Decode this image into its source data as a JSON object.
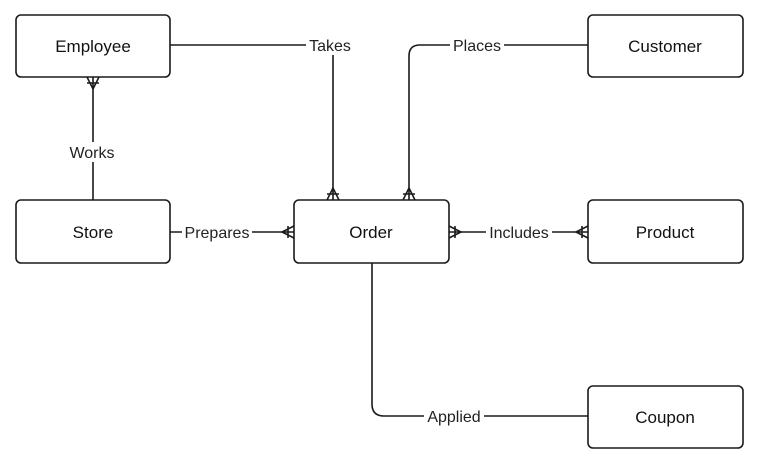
{
  "entities": {
    "employee": "Employee",
    "customer": "Customer",
    "store": "Store",
    "order": "Order",
    "product": "Product",
    "coupon": "Coupon"
  },
  "relationships": {
    "takes": "Takes",
    "places": "Places",
    "works": "Works",
    "prepares": "Prepares",
    "includes": "Includes",
    "applied": "Applied"
  },
  "colors": {
    "line": "#1a1a1a",
    "background": "#ffffff"
  }
}
